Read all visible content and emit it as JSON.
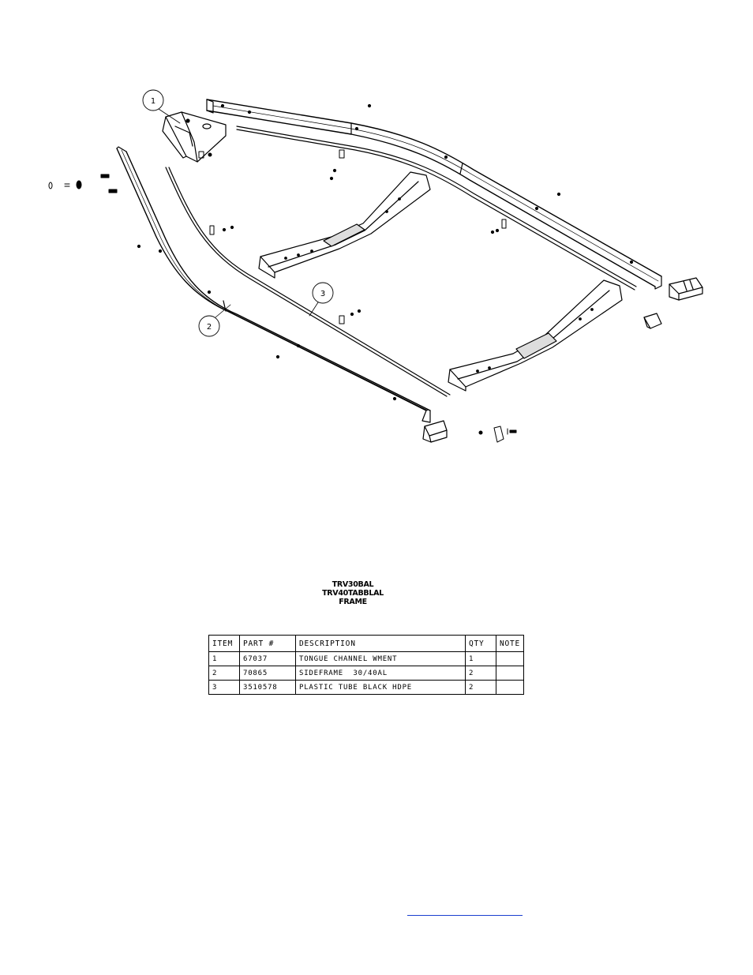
{
  "drawing": {
    "callouts": [
      "1",
      "2",
      "3"
    ]
  },
  "title_block": {
    "lines": [
      "TRV30BAL",
      "TRV40TABBLAL",
      "FRAME"
    ]
  },
  "parts_table": {
    "headers": [
      "ITEM",
      "PART #",
      "DESCRIPTION",
      "QTY",
      "NOTE"
    ],
    "rows": [
      [
        "1",
        "67037",
        "TONGUE CHANNEL WMENT",
        "1",
        ""
      ],
      [
        "2",
        "70865",
        "SIDEFRAME  30/40AL",
        "2",
        ""
      ],
      [
        "3",
        "3510578",
        "PLASTIC TUBE BLACK HDPE",
        "2",
        ""
      ]
    ]
  },
  "footer": {
    "link_text": ""
  }
}
